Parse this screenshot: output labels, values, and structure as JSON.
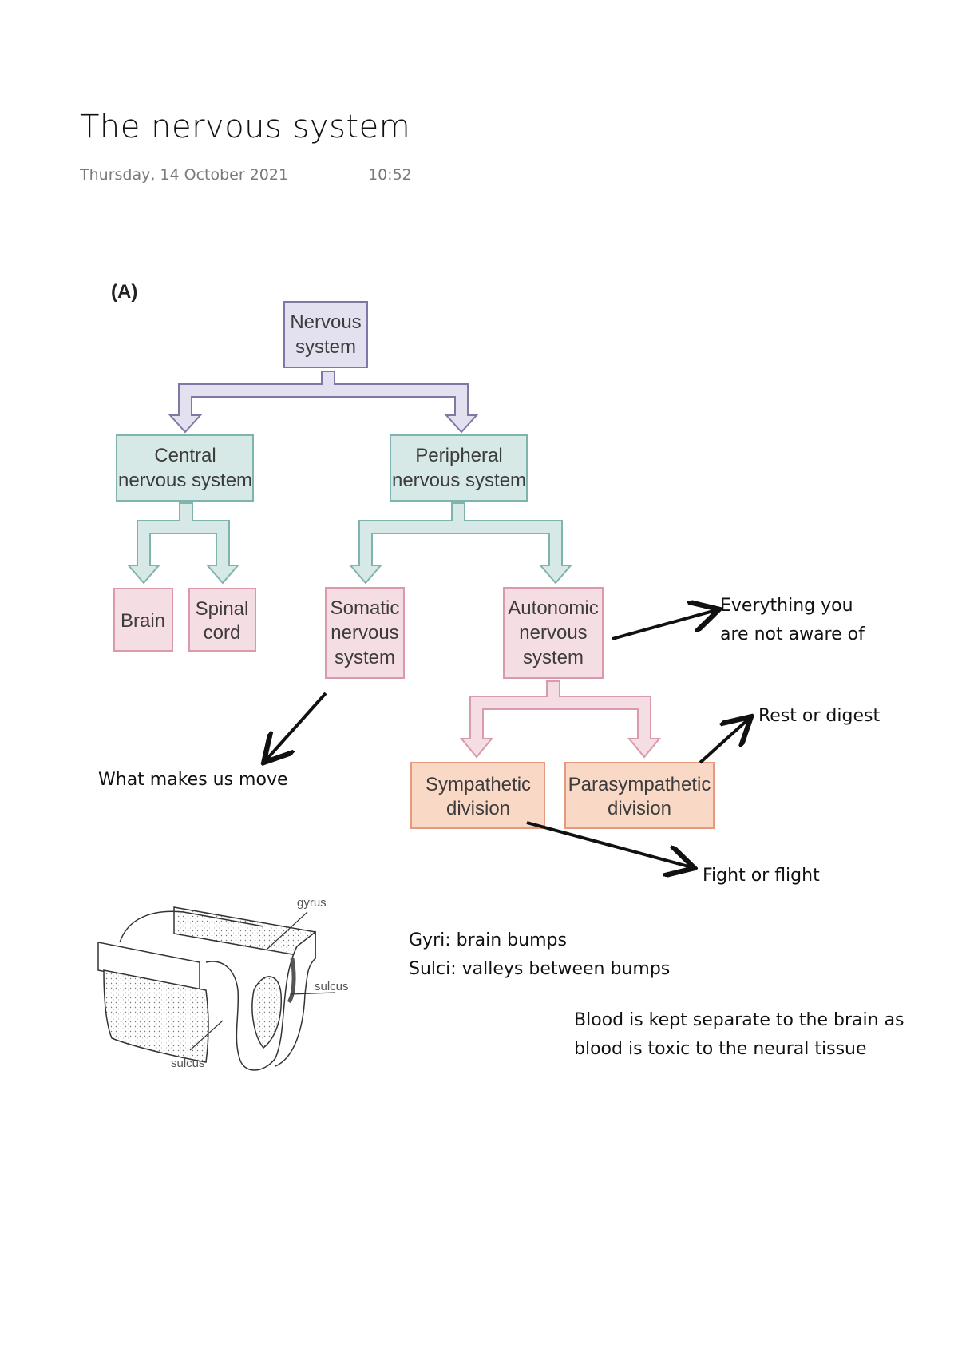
{
  "page": {
    "title": "The nervous system",
    "date": "Thursday, 14 October 2021",
    "time": "10:52"
  },
  "diagram": {
    "figure_label": "(A)",
    "colors": {
      "level1_fill": "#e3e1ef",
      "level1_stroke": "#7f77a6",
      "level2_fill": "#d6e9e7",
      "level2_stroke": "#7fb3ad",
      "level3_fill": "#f5dde4",
      "level3_stroke": "#d99aac",
      "level4_fill": "#fad8c6",
      "level4_stroke": "#e59a7f"
    },
    "nodes": {
      "nervous_system": [
        "Nervous",
        "system"
      ],
      "cns": [
        "Central",
        "nervous system"
      ],
      "pns": [
        "Peripheral",
        "nervous system"
      ],
      "brain": [
        "Brain"
      ],
      "spinal_cord": [
        "Spinal",
        "cord"
      ],
      "somatic": [
        "Somatic",
        "nervous",
        "system"
      ],
      "autonomic": [
        "Autonomic",
        "nervous",
        "system"
      ],
      "sympathetic": [
        "Sympathetic",
        "division"
      ],
      "parasympathetic": [
        "Parasympathetic",
        "division"
      ]
    },
    "annotations": {
      "autonomic": [
        "Everything you",
        "are not aware of"
      ],
      "somatic": "What makes us move",
      "parasympathetic": "Rest or digest",
      "sympathetic": "Fight or flight"
    }
  },
  "brain_figure": {
    "labels": {
      "gyrus": "gyrus",
      "sulcus_right": "sulcus",
      "sulcus_bottom": "sulcus"
    }
  },
  "notes": {
    "gyri": "Gyri: brain bumps",
    "sulci": "Sulci: valleys between bumps",
    "blood_line1": "Blood is kept separate to the brain as",
    "blood_line2": "blood is toxic to the neural tissue"
  }
}
